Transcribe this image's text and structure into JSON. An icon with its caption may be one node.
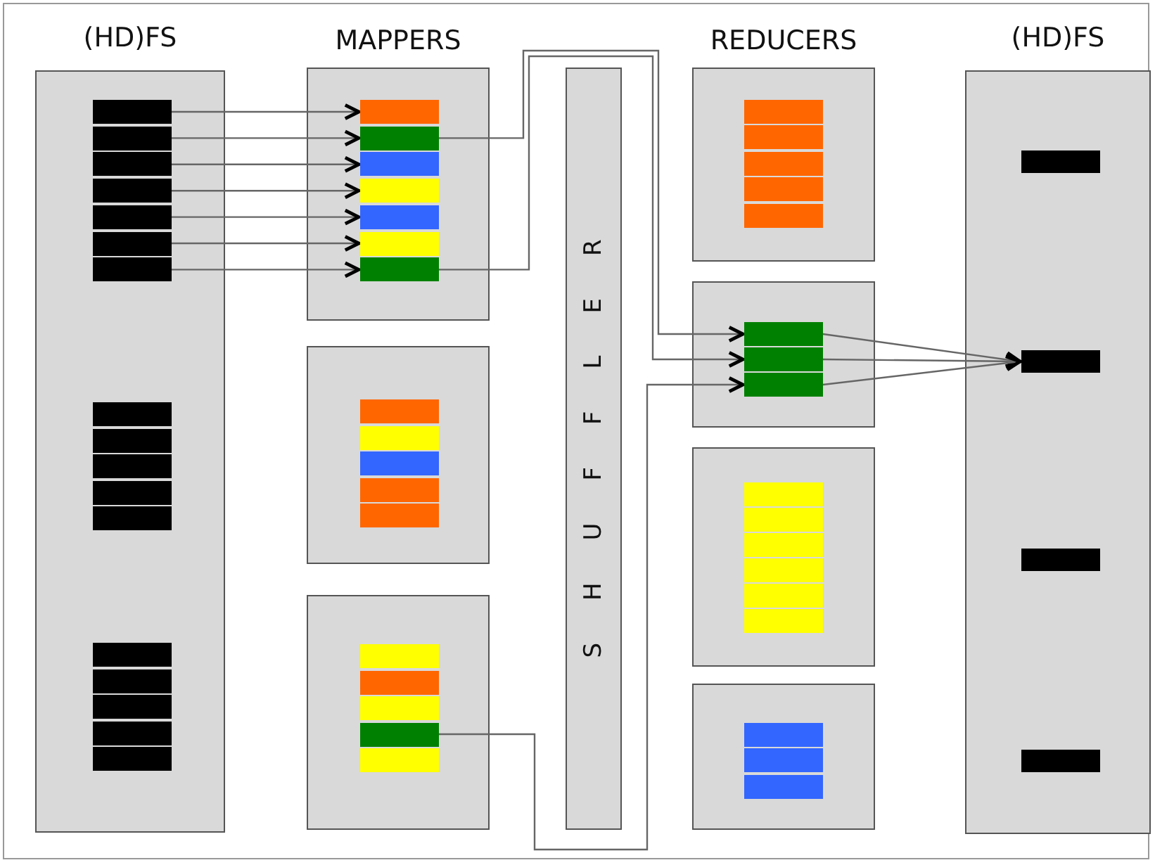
{
  "diagram": {
    "nodes": [
      {
        "text": [
          "(HD)FS"
        ]
      },
      {
        "text": [],
        "shape": "bar",
        "in": 0
      },
      {
        "text": [],
        "shape": "bar",
        "in": 0
      },
      {
        "text": [],
        "shape": "bar",
        "in": 0
      },
      {
        "text": [],
        "shape": "bar",
        "in": 0
      },
      {
        "text": [],
        "shape": "bar",
        "in": 0
      },
      {
        "text": [],
        "shape": "bar",
        "in": 0
      },
      {
        "text": [],
        "shape": "bar",
        "in": 0
      },
      {
        "text": [],
        "shape": "bar",
        "in": 0
      },
      {
        "text": [],
        "shape": "bar",
        "in": 0
      },
      {
        "text": [],
        "shape": "bar",
        "in": 0
      },
      {
        "text": [],
        "shape": "bar",
        "in": 0
      },
      {
        "text": [],
        "shape": "bar",
        "in": 0
      },
      {
        "text": [],
        "shape": "bar",
        "in": 0
      },
      {
        "text": [],
        "shape": "bar",
        "in": 0
      },
      {
        "text": [],
        "shape": "bar",
        "in": 0
      },
      {
        "text": [],
        "shape": "bar",
        "in": 0
      },
      {
        "text": [],
        "shape": "bar",
        "in": 0
      },
      {
        "text": [],
        "shape": "box"
      },
      {
        "text": [],
        "shape": "bar",
        "in": 18
      },
      {
        "text": [],
        "shape": "bar",
        "in": 18
      },
      {
        "text": [],
        "shape": "bar",
        "in": 18
      },
      {
        "text": [],
        "shape": "bar",
        "in": 18
      },
      {
        "text": [],
        "shape": "bar",
        "in": 18
      },
      {
        "text": [],
        "shape": "bar",
        "in": 18
      },
      {
        "text": [],
        "shape": "bar",
        "in": 18
      },
      {
        "text": [],
        "shape": "box"
      },
      {
        "text": [],
        "shape": "bar",
        "in": 26
      },
      {
        "text": [],
        "shape": "bar",
        "in": 26
      },
      {
        "text": [],
        "shape": "bar",
        "in": 26
      },
      {
        "text": [],
        "shape": "bar",
        "in": 26
      },
      {
        "text": [],
        "shape": "bar",
        "in": 26
      },
      {
        "text": [],
        "shape": "box"
      },
      {
        "text": [],
        "shape": "bar",
        "in": 32
      },
      {
        "text": [],
        "shape": "bar",
        "in": 32
      },
      {
        "text": [],
        "shape": "bar",
        "in": 32
      },
      {
        "text": [],
        "shape": "bar",
        "in": 32
      },
      {
        "text": [],
        "shape": "bar",
        "in": 32
      },
      {
        "text": [
          "SHUFFLER"
        ]
      },
      {
        "text": [],
        "shape": "box"
      },
      {
        "text": [],
        "shape": "bar",
        "in": 39
      },
      {
        "text": [],
        "shape": "bar",
        "in": 39
      },
      {
        "text": [],
        "shape": "bar",
        "in": 39
      },
      {
        "text": [],
        "shape": "bar",
        "in": 39
      },
      {
        "text": [],
        "shape": "bar",
        "in": 39
      },
      {
        "text": [],
        "shape": "box"
      },
      {
        "text": [],
        "shape": "bar",
        "in": 45
      },
      {
        "text": [],
        "shape": "bar",
        "in": 45
      },
      {
        "text": [],
        "shape": "bar",
        "in": 45
      },
      {
        "text": [],
        "shape": "box"
      },
      {
        "text": [],
        "shape": "bar",
        "in": 49
      },
      {
        "text": [],
        "shape": "bar",
        "in": 49
      },
      {
        "text": [],
        "shape": "bar",
        "in": 49
      },
      {
        "text": [],
        "shape": "bar",
        "in": 49
      },
      {
        "text": [],
        "shape": "bar",
        "in": 49
      },
      {
        "text": [],
        "shape": "bar",
        "in": 49
      },
      {
        "text": [],
        "shape": "box"
      },
      {
        "text": [],
        "shape": "bar",
        "in": 56
      },
      {
        "text": [],
        "shape": "bar",
        "in": 56
      },
      {
        "text": [],
        "shape": "bar",
        "in": 56
      },
      {
        "text": [
          "(HD)FS"
        ]
      },
      {
        "text": [],
        "shape": "bar",
        "in": 60
      },
      {
        "text": [],
        "shape": "bar",
        "in": 60
      },
      {
        "text": [],
        "shape": "bar",
        "in": 60
      },
      {
        "text": [],
        "shape": "bar",
        "in": 60
      }
    ],
    "edges": [
      {
        "from": 1,
        "to": 19,
        "arrow": "to"
      },
      {
        "from": 2,
        "to": 20,
        "arrow": "to"
      },
      {
        "from": 3,
        "to": 21,
        "arrow": "to"
      },
      {
        "from": 4,
        "to": 22,
        "arrow": "to"
      },
      {
        "from": 5,
        "to": 23,
        "arrow": "to"
      },
      {
        "from": 6,
        "to": 24,
        "arrow": "to"
      },
      {
        "from": 7,
        "to": 25,
        "arrow": "to"
      },
      {
        "from": 20,
        "to": 46,
        "arrow": "to"
      },
      {
        "from": 25,
        "to": 47,
        "arrow": "to"
      },
      {
        "from": 36,
        "to": 48,
        "arrow": "to"
      },
      {
        "from": 46,
        "to": 62,
        "arrow": "to"
      },
      {
        "from": 47,
        "to": 62,
        "arrow": "to"
      },
      {
        "from": 48,
        "to": 62,
        "arrow": "to"
      }
    ],
    "labels": [
      "MAPPERS",
      "REDUCERS"
    ]
  }
}
